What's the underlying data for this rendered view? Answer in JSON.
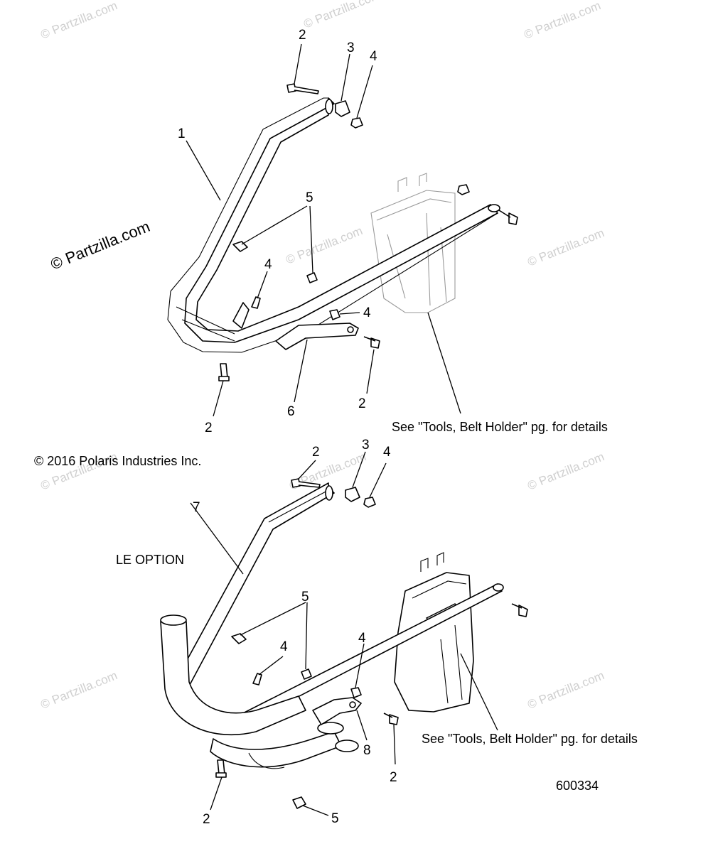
{
  "watermarks": [
    "© Partzilla.com",
    "© Partzilla.com",
    "© Partzilla.com",
    "© Partzilla.com",
    "© Partzilla.com",
    "© Partzilla.com",
    "© Partzilla.com",
    "© Partzilla.com",
    "© Partzilla.com",
    "© Partzilla.com"
  ],
  "watermark_main": "© Partzilla.com",
  "copyright": "© 2016 Polaris Industries Inc.",
  "option_label": "LE OPTION",
  "reference_notes": {
    "top": "See \"Tools, Belt Holder\" pg. for details",
    "bottom": "See \"Tools, Belt Holder\" pg. for details"
  },
  "diagram_number": "600334",
  "callouts": {
    "top": [
      "2",
      "3",
      "4",
      "1",
      "5",
      "4",
      "4",
      "6",
      "2",
      "2"
    ],
    "bottom": [
      "2",
      "3",
      "4",
      "7",
      "5",
      "4",
      "4",
      "8",
      "2",
      "2",
      "5"
    ]
  }
}
